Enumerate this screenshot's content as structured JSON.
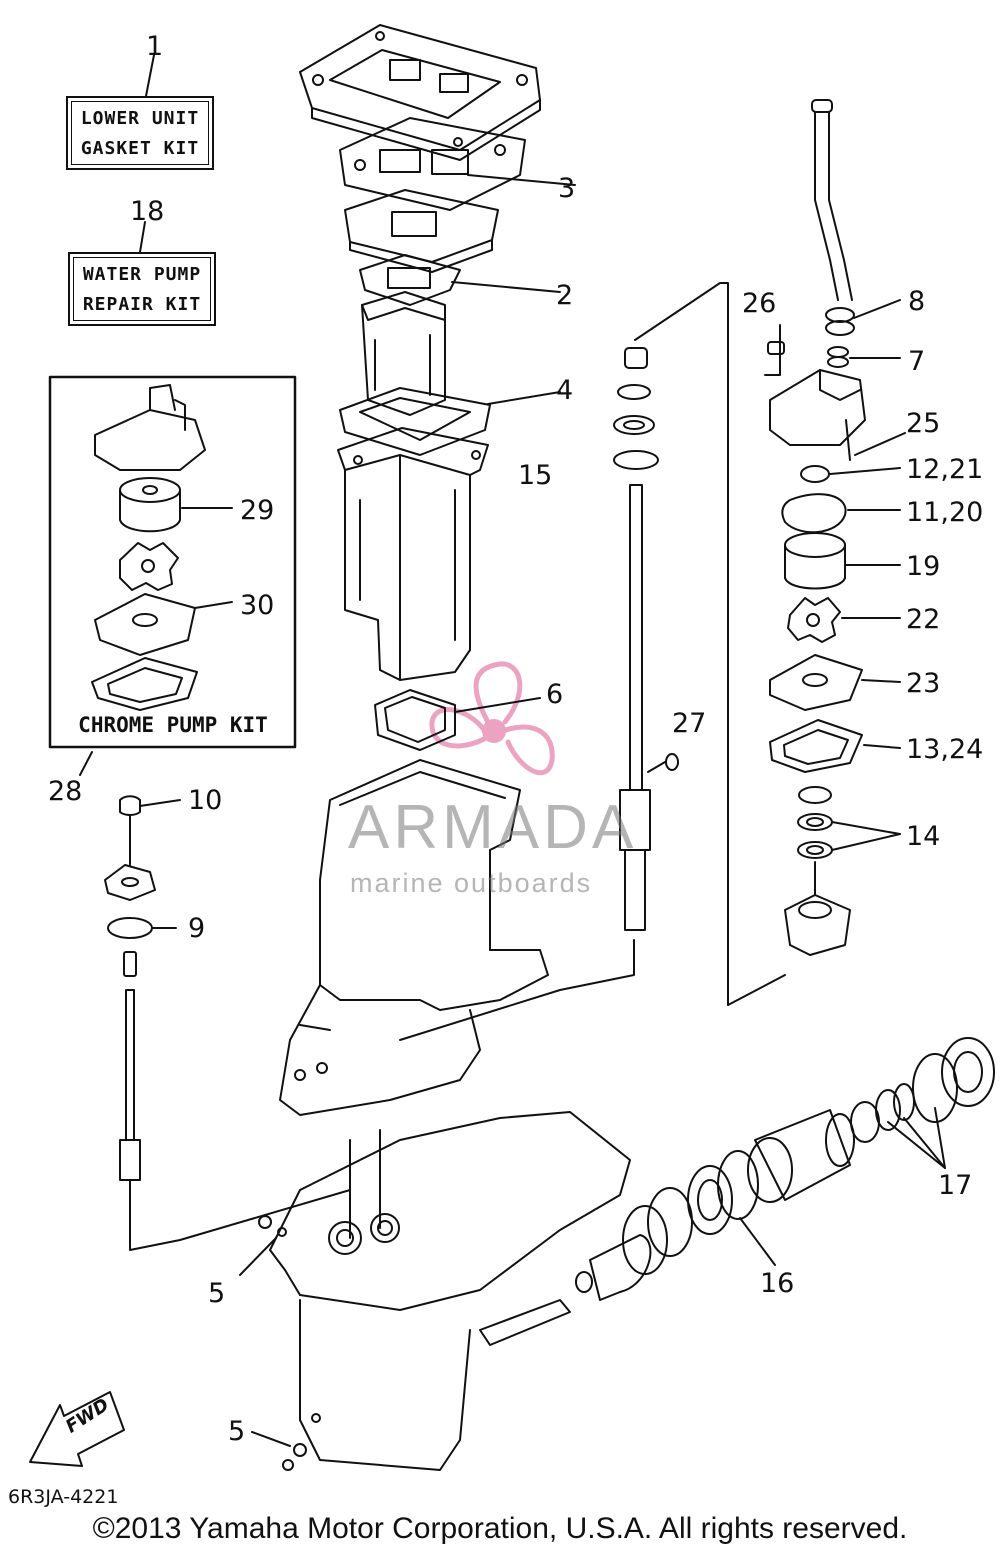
{
  "kits": {
    "lower_unit": {
      "callout": "1",
      "line1": "LOWER UNIT",
      "line2": "GASKET KIT"
    },
    "water_pump": {
      "callout": "18",
      "line1": "WATER PUMP",
      "line2": "REPAIR KIT"
    },
    "chrome_pump": {
      "callout": "28",
      "title": "CHROME PUMP KIT"
    }
  },
  "callouts": {
    "c2": "2",
    "c3": "3",
    "c4": "4",
    "c5a": "5",
    "c5b": "5",
    "c6": "6",
    "c7": "7",
    "c8": "8",
    "c9": "9",
    "c10": "10",
    "c11_20": "11,20",
    "c12_21": "12,21",
    "c13_24": "13,24",
    "c14": "14",
    "c15": "15",
    "c16": "16",
    "c17": "17",
    "c19": "19",
    "c22": "22",
    "c23": "23",
    "c25": "25",
    "c26": "26",
    "c27": "27",
    "c29": "29",
    "c30": "30"
  },
  "fwd_label": "FWD",
  "drawing_code": "6R3JA-4221",
  "copyright": "©2013 Yamaha Motor Corporation, U.S.A. All rights reserved.",
  "watermark": {
    "name": "ARMADA",
    "subtitle": "marine outboards"
  },
  "colors": {
    "ink": "#111111",
    "watermark_pink": "#e88db4",
    "watermark_gray": "#7a7a7a"
  }
}
